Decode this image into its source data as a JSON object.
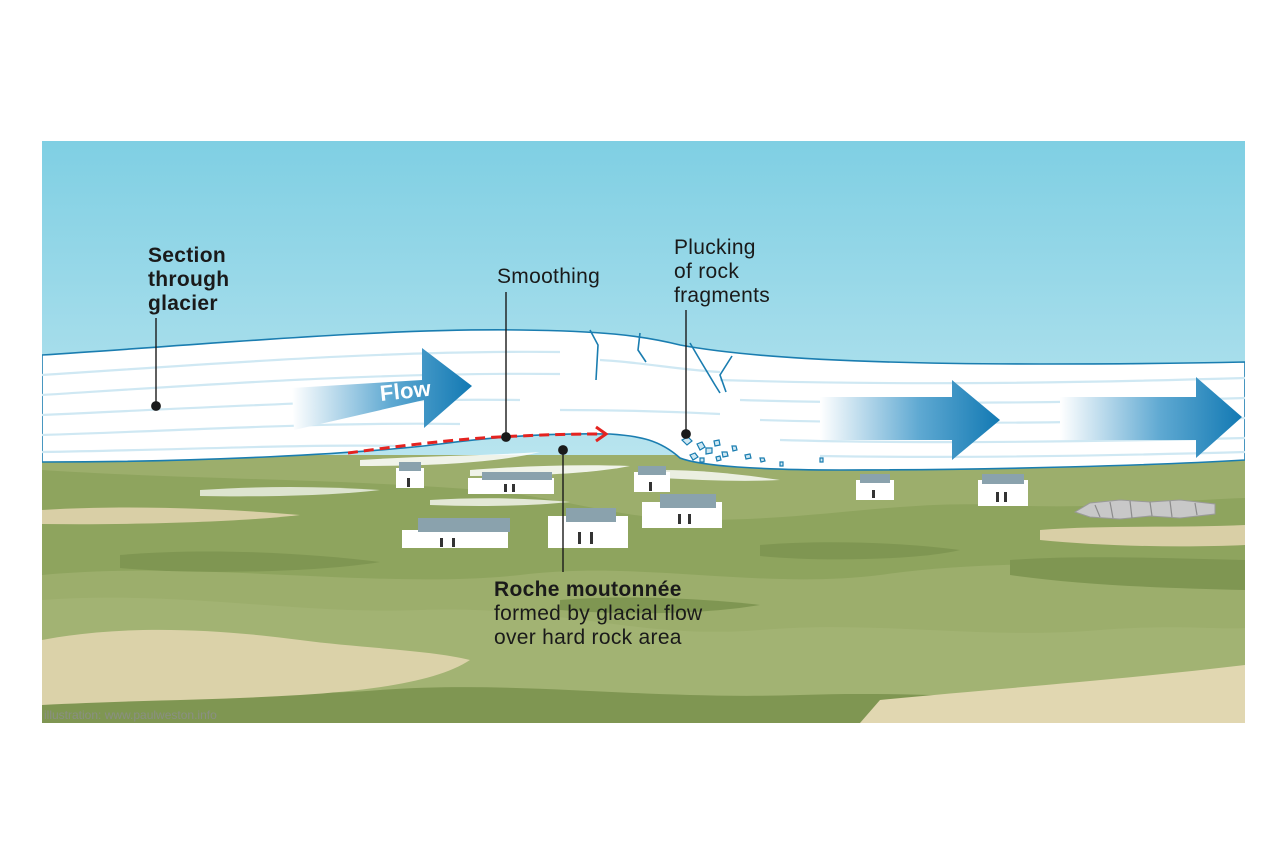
{
  "labels": {
    "section_line1": "Section",
    "section_line2": "through",
    "section_line3": "glacier",
    "smoothing": "Smoothing",
    "plucking_line1": "Plucking",
    "plucking_line2": "of rock",
    "plucking_line3": "fragments",
    "flow": "Flow",
    "roche_title": "Roche moutonnée",
    "roche_line2": "formed by glacial flow",
    "roche_line3": "over hard rock area"
  },
  "credit": "illustration: www.paulweston.info",
  "colors": {
    "sky_top": "#7fcfe3",
    "sky_bottom": "#e6f4f8",
    "ice": "#ffffff",
    "ice_outline": "#1a7db0",
    "ice_streak": "#d8eef7",
    "grass": "#9cae6c",
    "grass_dark": "#7f9652",
    "sand": "#d9cfa6",
    "arrow_dark": "#1279b3",
    "arrow_light": "#ffffff",
    "smoothing_line": "#e42320",
    "roof": "#8aa2ad",
    "house_wall": "#ffffff"
  }
}
